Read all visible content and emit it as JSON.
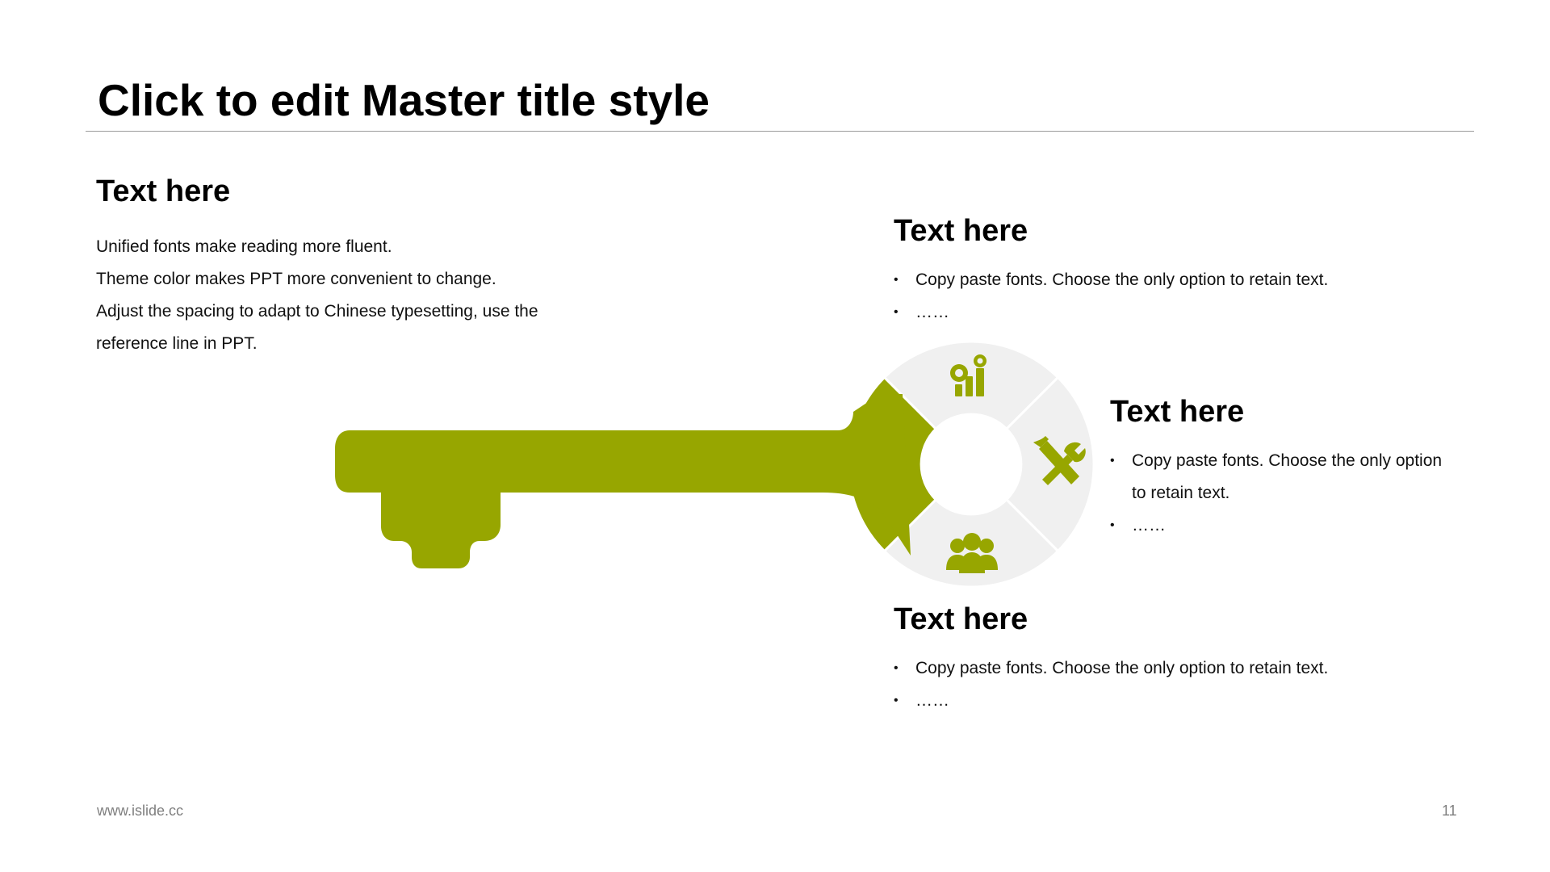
{
  "slide": {
    "title": "Click to edit Master title style",
    "footer_url": "www.islide.cc",
    "page_number": "11"
  },
  "left_block": {
    "heading": "Text here",
    "lines": [
      "Unified fonts make reading more fluent.",
      "Theme color makes PPT more convenient to change.",
      "Adjust the spacing to adapt to Chinese typesetting, use the",
      "reference line in PPT."
    ]
  },
  "top_block": {
    "heading": "Text here",
    "bullets": [
      "Copy paste fonts. Choose the only option to retain text.",
      "……"
    ]
  },
  "right_block": {
    "heading": "Text here",
    "bullets": [
      "Copy paste fonts. Choose the only option",
      "……"
    ],
    "bullet_continuation": "to retain text."
  },
  "bottom_block": {
    "heading": "Text here",
    "bullets": [
      "Copy paste fonts. Choose the only option to retain text.",
      "……"
    ]
  },
  "diagram": {
    "accent_color": "#97a600",
    "segment_color": "#f0f0f0",
    "icons": [
      "chart-gears-icon",
      "tools-icon",
      "team-icon"
    ]
  }
}
